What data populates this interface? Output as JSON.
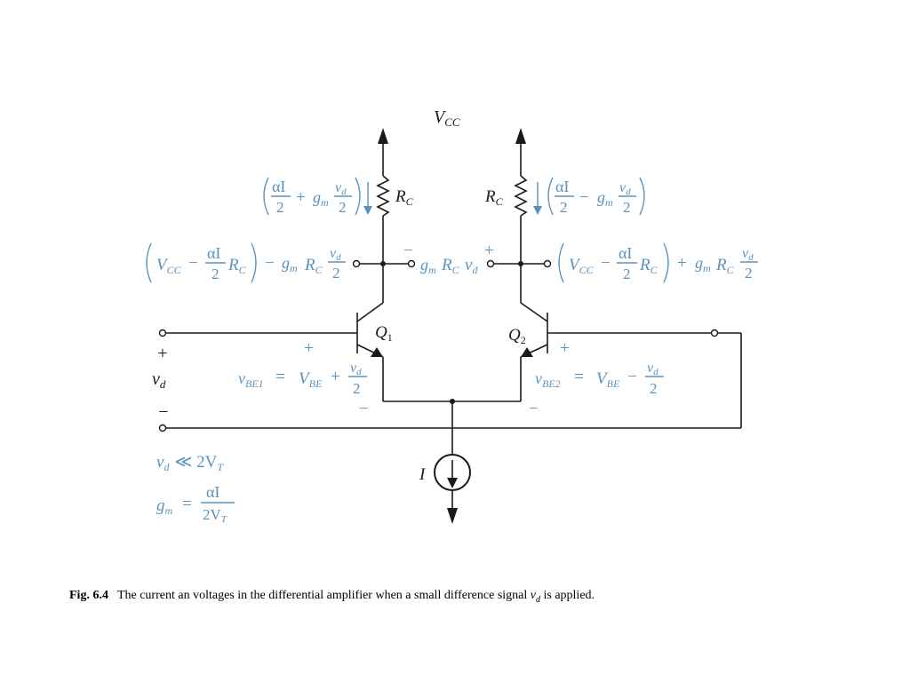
{
  "labels": {
    "vcc": "V",
    "vcc_sub": "CC",
    "rc": "R",
    "rc_sub": "C",
    "q1": "Q",
    "q1_sub": "1",
    "q2": "Q",
    "q2_sub": "2",
    "i_source": "I",
    "vd": "v",
    "vd_sub": "d",
    "plus": "+",
    "minus": "−"
  },
  "annotations": {
    "alpha_i": "αI",
    "two": "2",
    "gm": "g",
    "gm_sub": "m",
    "vd": "v",
    "vd_sub": "d",
    "plus": "+",
    "minus": "−",
    "vcc": "V",
    "vcc_sub": "CC",
    "rc": "R",
    "rc_sub": "C",
    "vbe1_lhs": "v",
    "vbe1_sub": "BE1",
    "vbe2_lhs": "v",
    "vbe2_sub": "BE2",
    "equals": "=",
    "vbe": "V",
    "vbe_sub": "BE",
    "cond_lhs": "v",
    "cond_sub": "d",
    "cond_rel": "≪ 2V",
    "cond_rel_sub": "T",
    "gm_eq_rhs_den": "2V",
    "gm_eq_rhs_den_sub": "T"
  },
  "caption": {
    "fig_label": "Fig. 6.4",
    "text_before": "The current an voltages in the differential amplifier when a small difference signal ",
    "var": "v",
    "var_sub": "d",
    "text_after": " is applied."
  }
}
